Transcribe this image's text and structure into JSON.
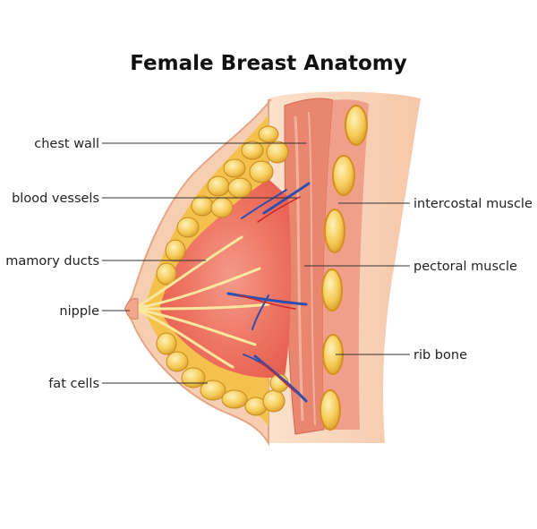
{
  "title": "Female Breast Anatomy",
  "labels": {
    "chest_wall": "chest wall",
    "blood_vessels": "blood vessels",
    "mammary_ducts": "mamory ducts",
    "nipple": "nipple",
    "fat_cells": "fat cells",
    "intercostal_muscle": "intercostal muscle",
    "pectoral_muscle": "pectoral muscle",
    "rib_bone": "rib bone"
  },
  "colors": {
    "skin": "#f7d2b6",
    "skin_edge": "#e9a987",
    "fat": "#f5c650",
    "fat_light": "#fbe7a0",
    "gland": "#ef7a6a",
    "gland_pink": "#f6a896",
    "muscle": "#e8826e",
    "vein_blue": "#2f4fb0",
    "vein_red": "#c8262a",
    "rib": "#f3cf62"
  }
}
